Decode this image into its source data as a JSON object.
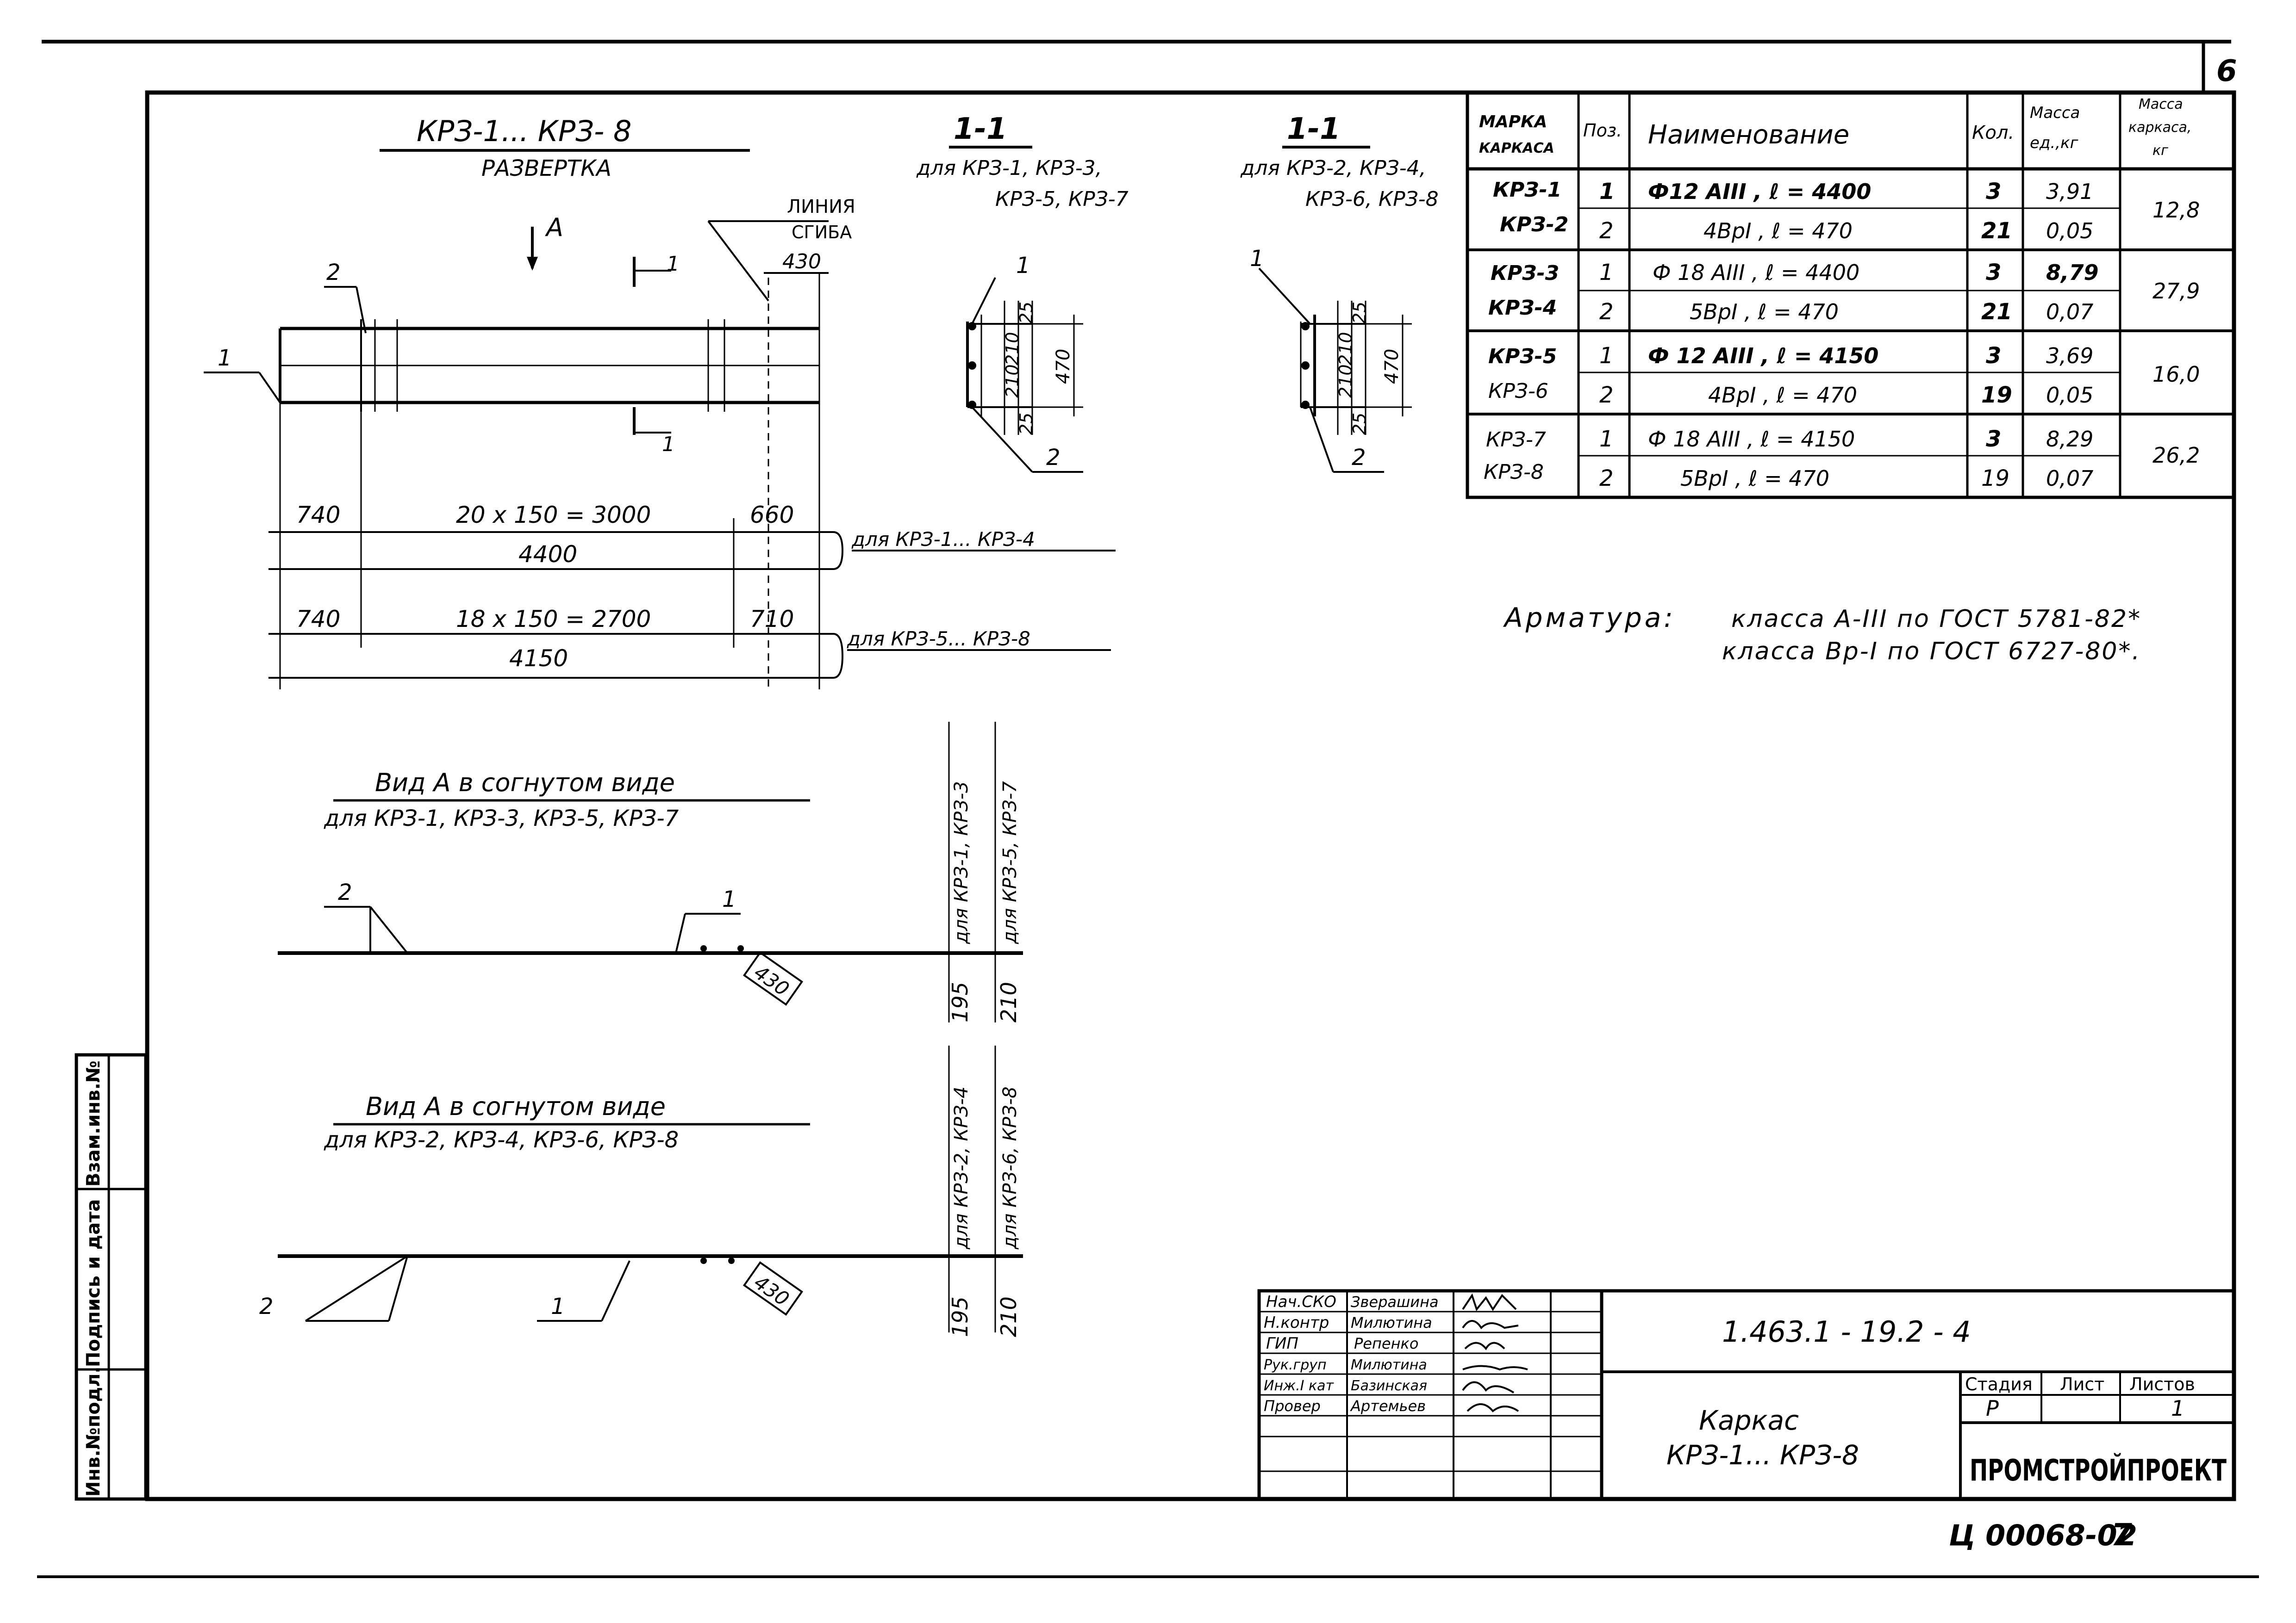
{
  "sheet": {
    "number": "6",
    "page_number": "7",
    "archive_code": "Ц 00068-02"
  },
  "razvertka": {
    "title": "КРЗ-1... КРЗ- 8",
    "subtitle": "РАЗВЕРТКА",
    "view_arrow_label": "A",
    "bend_line_label_1": "ЛИНИЯ",
    "bend_line_label_2": "СГИБА",
    "bend_dim": "430",
    "section_mark": "1",
    "leader_1": "1",
    "leader_2": "2",
    "dims_a": {
      "left": "740",
      "middle": "20 x 150 = 3000",
      "right": "660",
      "total": "4400",
      "note": "для КРЗ-1... КРЗ-4"
    },
    "dims_b": {
      "left": "740",
      "middle": "18 x 150 = 2700",
      "right": "710",
      "total": "4150",
      "note": "для КРЗ-5... КРЗ-8"
    }
  },
  "section_a": {
    "title": "1-1",
    "sub1": "для КРЗ-1, КРЗ-3,",
    "sub2": "КРЗ-5, КРЗ-7",
    "leader_1": "1",
    "leader_2": "2",
    "dim_top": "25",
    "dim_mid1": "210",
    "dim_mid2": "210",
    "dim_bot": "25",
    "dim_total": "470"
  },
  "section_b": {
    "title": "1-1",
    "sub1": "для КРЗ-2, КРЗ-4,",
    "sub2": "КРЗ-6, КРЗ-8",
    "leader_1": "1",
    "leader_2": "2",
    "dim_top": "25",
    "dim_mid1": "210",
    "dim_mid2": "210",
    "dim_bot": "25",
    "dim_total": "470"
  },
  "spec_table": {
    "headers": [
      "МАРКА КАРКАСА",
      "Поз.",
      "Наименование",
      "Кол.",
      "Масса ед., кг",
      "Масса каркаса, кг"
    ],
    "groups": [
      {
        "marks": [
          "КРЗ-1",
          "КРЗ-2"
        ],
        "total": "12,8",
        "rows": [
          [
            "1",
            "Ф12 АIII , ℓ = 4400",
            "3",
            "3,91"
          ],
          [
            "2",
            "4ВрI , ℓ = 470",
            "21",
            "0,05"
          ]
        ]
      },
      {
        "marks": [
          "КРЗ-3",
          "КРЗ-4"
        ],
        "total": "27,9",
        "rows": [
          [
            "1",
            "Ф 18 АIII , ℓ = 4400",
            "3",
            "8,79"
          ],
          [
            "2",
            "5ВрI , ℓ = 470",
            "21",
            "0,07"
          ]
        ]
      },
      {
        "marks": [
          "КРЗ-5",
          "КРЗ-6"
        ],
        "total": "16,0",
        "rows": [
          [
            "1",
            "Ф 12 АIII , ℓ = 4150",
            "3",
            "3,69"
          ],
          [
            "2",
            "4ВрI , ℓ = 470",
            "19",
            "0,05"
          ]
        ]
      },
      {
        "marks": [
          "КРЗ-7",
          "КРЗ-8"
        ],
        "total": "26,2",
        "rows": [
          [
            "1",
            "Ф 18 АIII , ℓ = 4150",
            "3",
            "8,29"
          ],
          [
            "2",
            "5ВрI , ℓ = 470",
            "19",
            "0,07"
          ]
        ]
      }
    ]
  },
  "note": {
    "label": "Арматура:",
    "line1": "класса А-III по ГОСТ 5781-82*",
    "line2": "класса Вр-I по ГОСТ 6727-80*."
  },
  "view_a1": {
    "title": "Вид А в согнутом виде",
    "sub": "для КРЗ-1, КРЗ-3, КРЗ-5, КРЗ-7",
    "leader_1": "1",
    "leader_2": "2",
    "dim_bend": "430",
    "dim_195": "195",
    "dim_210": "210",
    "vnote_1": "для КРЗ-1, КРЗ-3",
    "vnote_2": "для КРЗ-5, КРЗ-7"
  },
  "view_a2": {
    "title": "Вид А в согнутом виде",
    "sub": "для КРЗ-2, КРЗ-4, КРЗ-6, КРЗ-8",
    "leader_1": "1",
    "leader_2": "2",
    "dim_bend": "430",
    "dim_195": "195",
    "dim_210": "210",
    "vnote_1": "для КРЗ-2, КРЗ-4",
    "vnote_2": "для КРЗ-6, КРЗ-8"
  },
  "side_strip": [
    "Инв.№подл.",
    "Подпись и дата",
    "Взам.инв.№"
  ],
  "title_block": {
    "people": [
      [
        "Нач.СКО",
        "Зверашина"
      ],
      [
        "Н.контр",
        "Милютина"
      ],
      [
        "ГИП",
        "Репенко"
      ],
      [
        "Рук.груп",
        "Милютина"
      ],
      [
        "Инж.I кат",
        "Базинская"
      ],
      [
        "Провер",
        "Артемьев"
      ]
    ],
    "doc_code": "1.463.1 - 19.2 - 4",
    "name_1": "Каркас",
    "name_2": "КРЗ-1... КРЗ-8",
    "stage_header": "Стадия",
    "sheet_header": "Лист",
    "sheets_header": "Листов",
    "stage": "Р",
    "sheet": "",
    "sheets": "1",
    "org": "ПРОМСТРОЙПРОЕКТ"
  }
}
